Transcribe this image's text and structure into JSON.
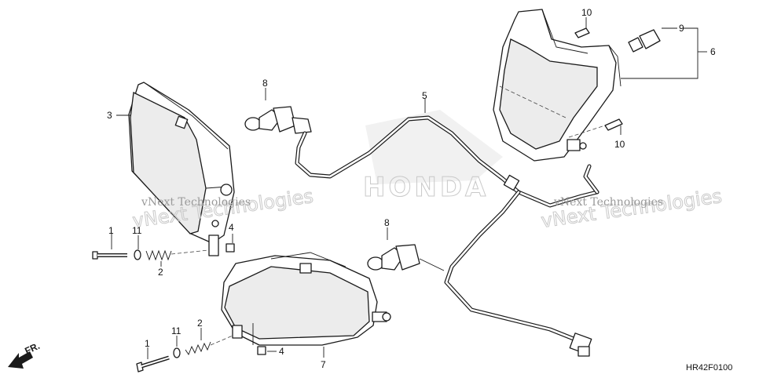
{
  "callouts": {
    "c1_top": "1",
    "c11_top": "11",
    "c2_top": "2",
    "c3": "3",
    "c4_top": "4",
    "c8_left": "8",
    "c5": "5",
    "c10_top": "10",
    "c9": "9",
    "c6": "6",
    "c10_right": "10",
    "c8_mid": "8",
    "c1_bottom": "1",
    "c11_bottom": "11",
    "c2_bottom": "2",
    "c4_bottom": "4",
    "c7": "7"
  },
  "watermarks": {
    "left_small": "vNext Technologies",
    "left_big": "vNext Technologies",
    "right_small": "vNext Technologies",
    "right_big": "vNext Technologies",
    "brand": "HONDA"
  },
  "direction_label": "FR.",
  "diagram_code": "HR42F0100",
  "colors": {
    "ink": "#1a1a1a",
    "watermark": "#c9c9c9",
    "background": "#ffffff"
  }
}
